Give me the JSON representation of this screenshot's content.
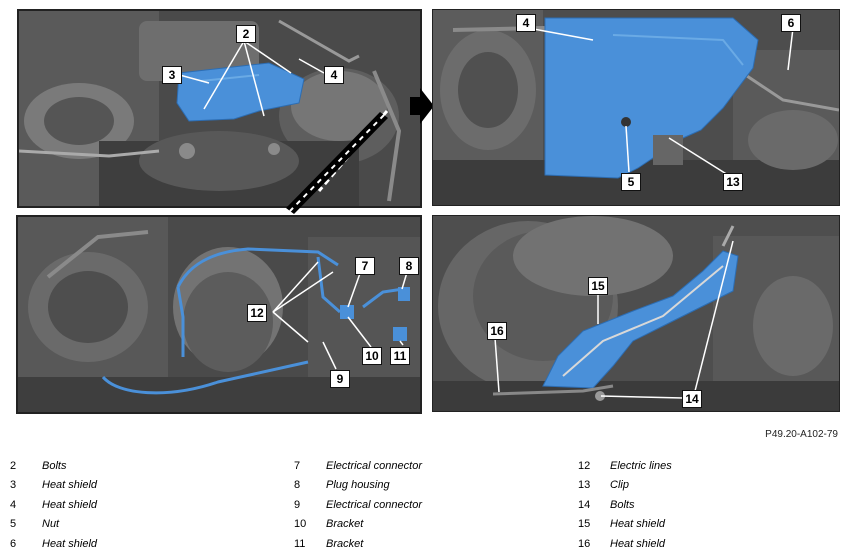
{
  "figure_code": "P49.20-A102-79",
  "callouts": {
    "tl": [
      "2",
      "3",
      "4"
    ],
    "tr": [
      "4",
      "6",
      "5",
      "13"
    ],
    "bl": [
      "7",
      "8",
      "12",
      "10",
      "11",
      "9"
    ],
    "br": [
      "15",
      "16",
      "14"
    ]
  },
  "legend": {
    "col1": [
      {
        "num": "2",
        "label": "Bolts"
      },
      {
        "num": "3",
        "label": "Heat shield"
      },
      {
        "num": "4",
        "label": "Heat shield"
      },
      {
        "num": "5",
        "label": "Nut"
      },
      {
        "num": "6",
        "label": "Heat shield"
      }
    ],
    "col2": [
      {
        "num": "7",
        "label": "Electrical connector"
      },
      {
        "num": "8",
        "label": "Plug housing"
      },
      {
        "num": "9",
        "label": "Electrical connector"
      },
      {
        "num": "10",
        "label": "Bracket"
      },
      {
        "num": "11",
        "label": "Bracket"
      }
    ],
    "col3": [
      {
        "num": "12",
        "label": "Electric lines"
      },
      {
        "num": "13",
        "label": "Clip"
      },
      {
        "num": "14",
        "label": "Bolts"
      },
      {
        "num": "15",
        "label": "Heat shield"
      },
      {
        "num": "16",
        "label": "Heat shield"
      }
    ]
  },
  "colors": {
    "engine_dark": "#3a3a3a",
    "engine_mid": "#6b6b6b",
    "engine_light": "#a8a8a8",
    "highlight_blue": "#4a90d9"
  }
}
